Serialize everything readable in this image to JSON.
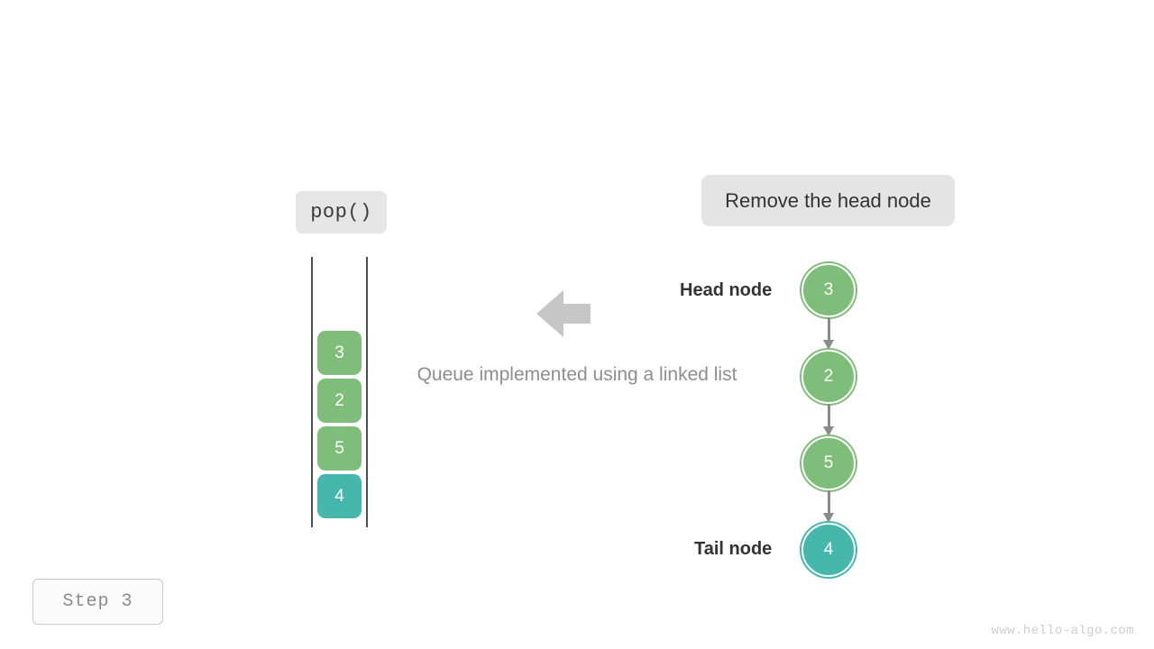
{
  "operation": {
    "label": "pop()"
  },
  "note": {
    "label": "Remove the head node"
  },
  "caption": {
    "text": "Queue implemented using a linked list"
  },
  "arrow": {
    "direction": "left",
    "color": "#c6c6c6"
  },
  "stack": {
    "items": [
      {
        "value": "3",
        "color": "#7fbd7b",
        "kind": "green"
      },
      {
        "value": "2",
        "color": "#7fbd7b",
        "kind": "green"
      },
      {
        "value": "5",
        "color": "#7fbd7b",
        "kind": "green"
      },
      {
        "value": "4",
        "color": "#45b7ad",
        "kind": "teal"
      }
    ]
  },
  "linked_list": {
    "head_label": "Head node",
    "tail_label": "Tail node",
    "edge_color": "#8a8a8a",
    "nodes": [
      {
        "value": "3",
        "color": "#7fbd7b",
        "kind": "green"
      },
      {
        "value": "2",
        "color": "#7fbd7b",
        "kind": "green"
      },
      {
        "value": "5",
        "color": "#7fbd7b",
        "kind": "green"
      },
      {
        "value": "4",
        "color": "#45b7ad",
        "kind": "teal"
      }
    ]
  },
  "step": {
    "label": "Step 3"
  },
  "watermark": {
    "text": "www.hello-algo.com"
  }
}
